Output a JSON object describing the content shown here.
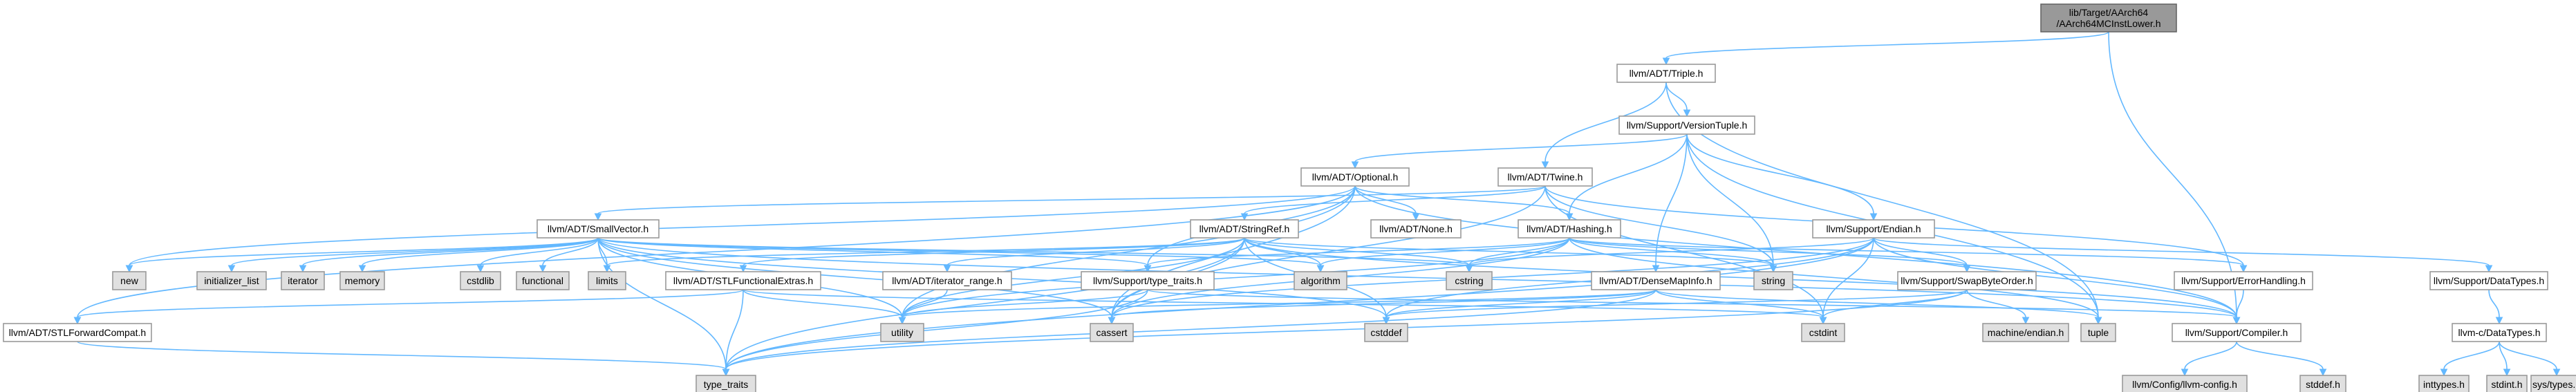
{
  "diagram": {
    "title": "",
    "colors": {
      "edge": "#63b8ff",
      "node_border": "#999999",
      "local_fill": "#ffffff",
      "system_fill": "#e0e0e0",
      "root_fill": "#999999"
    },
    "nodes": [
      {
        "id": "root",
        "kind": "root",
        "lines": [
          "lib/Target/AArch64",
          "/AArch64MCInstLower.h"
        ]
      },
      {
        "id": "triple",
        "kind": "local",
        "lines": [
          "llvm/ADT/Triple.h"
        ]
      },
      {
        "id": "versiontuple",
        "kind": "local",
        "lines": [
          "llvm/Support/VersionTuple.h"
        ]
      },
      {
        "id": "optional",
        "kind": "local",
        "lines": [
          "llvm/ADT/Optional.h"
        ]
      },
      {
        "id": "twine",
        "kind": "local",
        "lines": [
          "llvm/ADT/Twine.h"
        ]
      },
      {
        "id": "smallvector",
        "kind": "local",
        "lines": [
          "llvm/ADT/SmallVector.h"
        ]
      },
      {
        "id": "stringref",
        "kind": "local",
        "lines": [
          "llvm/ADT/StringRef.h"
        ]
      },
      {
        "id": "none",
        "kind": "local",
        "lines": [
          "llvm/ADT/None.h"
        ]
      },
      {
        "id": "hashing",
        "kind": "local",
        "lines": [
          "llvm/ADT/Hashing.h"
        ]
      },
      {
        "id": "endian",
        "kind": "local",
        "lines": [
          "llvm/Support/Endian.h"
        ]
      },
      {
        "id": "new",
        "kind": "system",
        "lines": [
          "new"
        ]
      },
      {
        "id": "initializer_list",
        "kind": "system",
        "lines": [
          "initializer_list"
        ]
      },
      {
        "id": "iterator",
        "kind": "system",
        "lines": [
          "iterator"
        ]
      },
      {
        "id": "memory",
        "kind": "system",
        "lines": [
          "memory"
        ]
      },
      {
        "id": "cstdlib",
        "kind": "system",
        "lines": [
          "cstdlib"
        ]
      },
      {
        "id": "functional",
        "kind": "system",
        "lines": [
          "functional"
        ]
      },
      {
        "id": "limits",
        "kind": "system",
        "lines": [
          "limits"
        ]
      },
      {
        "id": "stlfunctionalextras",
        "kind": "local",
        "lines": [
          "llvm/ADT/STLFunctionalExtras.h"
        ]
      },
      {
        "id": "iterator_range",
        "kind": "local",
        "lines": [
          "llvm/ADT/iterator_range.h"
        ]
      },
      {
        "id": "type_traits_h",
        "kind": "local",
        "lines": [
          "llvm/Support/type_traits.h"
        ]
      },
      {
        "id": "algorithm",
        "kind": "system",
        "lines": [
          "algorithm"
        ]
      },
      {
        "id": "cstring",
        "kind": "system",
        "lines": [
          "cstring"
        ]
      },
      {
        "id": "densemapinfo",
        "kind": "local",
        "lines": [
          "llvm/ADT/DenseMapInfo.h"
        ]
      },
      {
        "id": "string",
        "kind": "system",
        "lines": [
          "string"
        ]
      },
      {
        "id": "swapbyteorder",
        "kind": "local",
        "lines": [
          "llvm/Support/SwapByteOrder.h"
        ]
      },
      {
        "id": "errorhandling",
        "kind": "local",
        "lines": [
          "llvm/Support/ErrorHandling.h"
        ]
      },
      {
        "id": "datatypes_h",
        "kind": "local",
        "lines": [
          "llvm/Support/DataTypes.h"
        ]
      },
      {
        "id": "stlforwardcompat",
        "kind": "local",
        "lines": [
          "llvm/ADT/STLForwardCompat.h"
        ]
      },
      {
        "id": "utility",
        "kind": "system",
        "lines": [
          "utility"
        ]
      },
      {
        "id": "cassert",
        "kind": "system",
        "lines": [
          "cassert"
        ]
      },
      {
        "id": "cstddef",
        "kind": "system",
        "lines": [
          "cstddef"
        ]
      },
      {
        "id": "cstdint",
        "kind": "system",
        "lines": [
          "cstdint"
        ]
      },
      {
        "id": "machine_endian",
        "kind": "system",
        "lines": [
          "machine/endian.h"
        ]
      },
      {
        "id": "tuple",
        "kind": "system",
        "lines": [
          "tuple"
        ]
      },
      {
        "id": "compiler",
        "kind": "local",
        "lines": [
          "llvm/Support/Compiler.h"
        ]
      },
      {
        "id": "c_datatypes",
        "kind": "local",
        "lines": [
          "llvm-c/DataTypes.h"
        ]
      },
      {
        "id": "type_traits",
        "kind": "system",
        "lines": [
          "type_traits"
        ]
      },
      {
        "id": "llvm_config",
        "kind": "system",
        "lines": [
          "llvm/Config/llvm-config.h"
        ]
      },
      {
        "id": "stddef",
        "kind": "system",
        "lines": [
          "stddef.h"
        ]
      },
      {
        "id": "inttypes",
        "kind": "system",
        "lines": [
          "inttypes.h"
        ]
      },
      {
        "id": "stdint",
        "kind": "system",
        "lines": [
          "stdint.h"
        ]
      },
      {
        "id": "sys_types",
        "kind": "system",
        "lines": [
          "sys/types.h"
        ]
      }
    ],
    "edges": [
      [
        "root",
        "triple"
      ],
      [
        "root",
        "compiler"
      ],
      [
        "triple",
        "versiontuple"
      ],
      [
        "triple",
        "twine"
      ],
      [
        "triple",
        "tuple"
      ],
      [
        "versiontuple",
        "optional"
      ],
      [
        "versiontuple",
        "densemapinfo"
      ],
      [
        "versiontuple",
        "hashing"
      ],
      [
        "versiontuple",
        "endian"
      ],
      [
        "versiontuple",
        "string"
      ],
      [
        "versiontuple",
        "tuple"
      ],
      [
        "optional",
        "none"
      ],
      [
        "optional",
        "stlforwardcompat"
      ],
      [
        "optional",
        "type_traits_h"
      ],
      [
        "optional",
        "compiler"
      ],
      [
        "optional",
        "hashing"
      ],
      [
        "optional",
        "cassert"
      ],
      [
        "optional",
        "new"
      ],
      [
        "optional",
        "utility"
      ],
      [
        "twine",
        "smallvector"
      ],
      [
        "twine",
        "stringref"
      ],
      [
        "twine",
        "errorhandling"
      ],
      [
        "twine",
        "cassert"
      ],
      [
        "twine",
        "cstdint"
      ],
      [
        "twine",
        "string"
      ],
      [
        "smallvector",
        "compiler"
      ],
      [
        "smallvector",
        "type_traits_h"
      ],
      [
        "smallvector",
        "algorithm"
      ],
      [
        "smallvector",
        "cassert"
      ],
      [
        "smallvector",
        "cstddef"
      ],
      [
        "smallvector",
        "cstdlib"
      ],
      [
        "smallvector",
        "cstring"
      ],
      [
        "smallvector",
        "functional"
      ],
      [
        "smallvector",
        "initializer_list"
      ],
      [
        "smallvector",
        "iterator"
      ],
      [
        "smallvector",
        "limits"
      ],
      [
        "smallvector",
        "memory"
      ],
      [
        "smallvector",
        "new"
      ],
      [
        "smallvector",
        "type_traits"
      ],
      [
        "smallvector",
        "utility"
      ],
      [
        "stringref",
        "stlfunctionalextras"
      ],
      [
        "stringref",
        "iterator_range"
      ],
      [
        "stringref",
        "compiler"
      ],
      [
        "stringref",
        "algorithm"
      ],
      [
        "stringref",
        "cassert"
      ],
      [
        "stringref",
        "cstddef"
      ],
      [
        "stringref",
        "cstring"
      ],
      [
        "stringref",
        "limits"
      ],
      [
        "stringref",
        "string"
      ],
      [
        "stringref",
        "type_traits"
      ],
      [
        "stringref",
        "utility"
      ],
      [
        "hashing",
        "errorhandling"
      ],
      [
        "hashing",
        "swapbyteorder"
      ],
      [
        "hashing",
        "type_traits_h"
      ],
      [
        "hashing",
        "algorithm"
      ],
      [
        "hashing",
        "cassert"
      ],
      [
        "hashing",
        "cstring"
      ],
      [
        "hashing",
        "string"
      ],
      [
        "hashing",
        "tuple"
      ],
      [
        "hashing",
        "utility"
      ],
      [
        "endian",
        "compiler"
      ],
      [
        "endian",
        "swapbyteorder"
      ],
      [
        "endian",
        "cassert"
      ],
      [
        "endian",
        "cstddef"
      ],
      [
        "endian",
        "cstdint"
      ],
      [
        "endian",
        "cstring"
      ],
      [
        "endian",
        "type_traits"
      ],
      [
        "endian",
        "datatypes_h"
      ],
      [
        "stlfunctionalextras",
        "stlforwardcompat"
      ],
      [
        "stlfunctionalextras",
        "type_traits"
      ],
      [
        "stlfunctionalextras",
        "cstdint"
      ],
      [
        "stlfunctionalextras",
        "utility"
      ],
      [
        "iterator_range",
        "utility"
      ],
      [
        "type_traits_h",
        "compiler"
      ],
      [
        "type_traits_h",
        "type_traits"
      ],
      [
        "type_traits_h",
        "utility"
      ],
      [
        "densemapinfo",
        "cassert"
      ],
      [
        "densemapinfo",
        "cstddef"
      ],
      [
        "densemapinfo",
        "cstdint"
      ],
      [
        "densemapinfo",
        "tuple"
      ],
      [
        "densemapinfo",
        "type_traits"
      ],
      [
        "densemapinfo",
        "utility"
      ],
      [
        "swapbyteorder",
        "cstddef"
      ],
      [
        "swapbyteorder",
        "cstdint"
      ],
      [
        "swapbyteorder",
        "type_traits"
      ],
      [
        "swapbyteorder",
        "machine_endian"
      ],
      [
        "errorhandling",
        "compiler"
      ],
      [
        "datatypes_h",
        "c_datatypes"
      ],
      [
        "stlforwardcompat",
        "type_traits"
      ],
      [
        "compiler",
        "llvm_config"
      ],
      [
        "compiler",
        "stddef"
      ],
      [
        "c_datatypes",
        "inttypes"
      ],
      [
        "c_datatypes",
        "stdint"
      ],
      [
        "c_datatypes",
        "sys_types"
      ]
    ]
  }
}
